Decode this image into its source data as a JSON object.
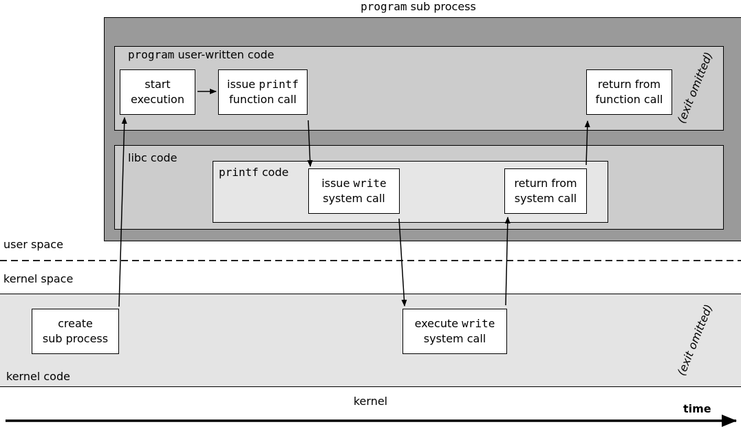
{
  "process_title": {
    "mono": "program",
    "rest": " sub process"
  },
  "user_code": {
    "title_mono": "program",
    "title_rest": " user-written code",
    "start_box": [
      "start",
      "execution"
    ],
    "printf_call_box": {
      "l1_pre": "issue ",
      "l1_mono": "printf",
      "l2": "function call"
    },
    "return_box": [
      "return from",
      "function call"
    ],
    "exit_note": "(exit omitted)"
  },
  "libc": {
    "title": "libc code",
    "printf_region_title_mono": "printf",
    "printf_region_title_rest": " code",
    "write_box": {
      "l1_pre": "issue ",
      "l1_mono": "write",
      "l2": "system call"
    },
    "return_box": [
      "return from",
      "system call"
    ]
  },
  "spaces": {
    "user": "user space",
    "kernel": "kernel space"
  },
  "kernel": {
    "code_label": "kernel code",
    "create_box": [
      "create",
      "sub process"
    ],
    "execute_box": {
      "l1_pre": "execute ",
      "l1_mono": "write",
      "l2": "system call"
    },
    "exit_note": "(exit omitted)",
    "label": "kernel"
  },
  "time_label": "time"
}
